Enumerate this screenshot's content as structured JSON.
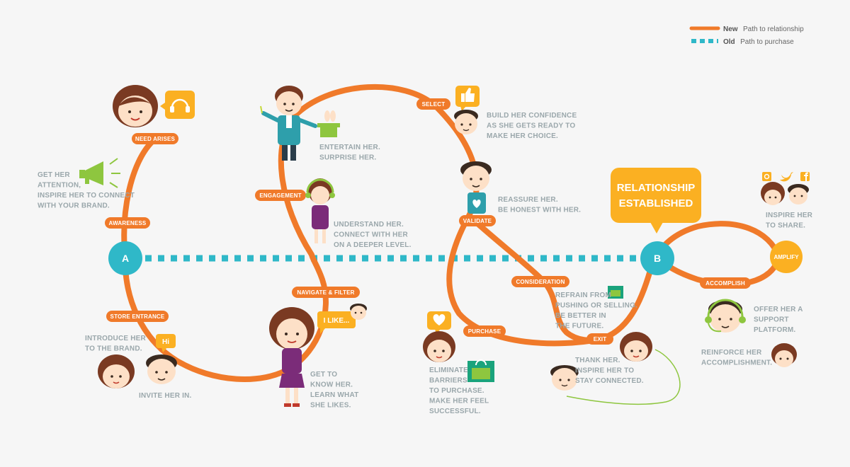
{
  "legend": {
    "new_bold": "New",
    "new_rest": "Path to relationship",
    "old_bold": "Old",
    "old_rest": "Path to purchase"
  },
  "nodes": {
    "a": "A",
    "b": "B",
    "amplify": "AMPLIFY"
  },
  "stages": {
    "need_arises": "NEED ARISES",
    "awareness": "AWARENESS",
    "store_entrance": "STORE ENTRANCE",
    "engagement": "ENGAGEMENT",
    "navigate_filter": "NAVIGATE & FILTER",
    "select": "SELECT",
    "validate": "VALIDATE",
    "consideration": "CONSIDERATION",
    "purchase": "PURCHASE",
    "exit": "EXIT",
    "accomplish": "ACCOMPLISH"
  },
  "callout": {
    "line1": "RELATIONSHIP",
    "line2": "ESTABLISHED"
  },
  "bubbles": {
    "hi": "Hi",
    "i_like": "I LIKE..."
  },
  "notes": {
    "get_attention": [
      "GET HER",
      "ATTENTION,",
      "INSPIRE HER TO CONNECT",
      "WITH YOUR BRAND."
    ],
    "introduce": [
      "INTRODUCE HER",
      "TO THE BRAND."
    ],
    "invite": [
      "INVITE HER IN."
    ],
    "entertain": [
      "ENTERTAIN HER.",
      "SURPRISE HER."
    ],
    "understand": [
      "UNDERSTAND HER.",
      "CONNECT WITH HER",
      "ON A DEEPER LEVEL."
    ],
    "get_to_know": [
      "GET TO",
      "KNOW HER.",
      "LEARN WHAT",
      "SHE LIKES."
    ],
    "build_confidence": [
      "BUILD HER CONFIDENCE",
      "AS SHE GETS READY TO",
      "MAKE HER CHOICE."
    ],
    "reassure": [
      "REASSURE HER.",
      "BE HONEST WITH HER."
    ],
    "refrain": [
      "REFRAIN FROM",
      "PUSHING OR SELLING.",
      "BE BETTER IN",
      "THE FUTURE."
    ],
    "eliminate": [
      "ELIMINATE",
      "BARRIERS",
      "TO PURCHASE.",
      "MAKE HER FEEL",
      "SUCCESSFUL."
    ],
    "thank": [
      "THANK HER.",
      "INSPIRE HER TO",
      "STAY CONNECTED."
    ],
    "inspire_share": [
      "INSPIRE HER",
      "TO SHARE."
    ],
    "support": [
      "OFFER HER A",
      "SUPPORT",
      "PLATFORM."
    ],
    "reinforce": [
      "REINFORCE HER",
      "ACCOMPLISHMENT."
    ]
  },
  "colors": {
    "path": "#f07a2a",
    "old_path": "#2fb8c8",
    "node": "#2fb8c8",
    "callout": "#fbb022",
    "amplify": "#fbb022",
    "note_text": "#9aa7ab",
    "background": "#f6f6f6"
  },
  "icons": {
    "headphones_badge": "headphones-icon",
    "megaphone": "megaphone-icon",
    "thumbs_up_badge": "thumbs-up-icon",
    "heart_badge": "heart-icon",
    "shopping_bag": "shopping-bag-icon",
    "social": [
      "instagram-icon",
      "twitter-icon",
      "facebook-icon"
    ]
  }
}
